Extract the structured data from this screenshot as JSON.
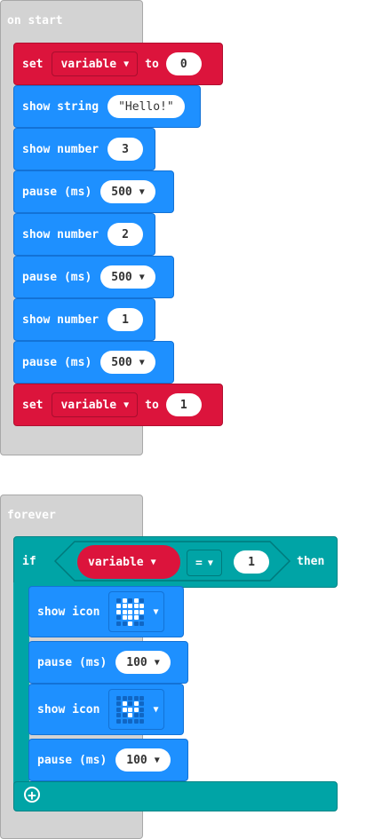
{
  "on_start": {
    "label": "on start",
    "blocks": [
      {
        "kind": "set",
        "kw": "set",
        "var": "variable",
        "to": "to",
        "value": "0"
      },
      {
        "kind": "show_string",
        "kw": "show string",
        "value": "\"Hello!\""
      },
      {
        "kind": "show_number",
        "kw": "show number",
        "value": "3"
      },
      {
        "kind": "pause",
        "kw": "pause (ms)",
        "value": "500"
      },
      {
        "kind": "show_number",
        "kw": "show number",
        "value": "2"
      },
      {
        "kind": "pause",
        "kw": "pause (ms)",
        "value": "500"
      },
      {
        "kind": "show_number",
        "kw": "show number",
        "value": "1"
      },
      {
        "kind": "pause",
        "kw": "pause (ms)",
        "value": "500"
      },
      {
        "kind": "set",
        "kw": "set",
        "var": "variable",
        "to": "to",
        "value": "1"
      }
    ]
  },
  "forever": {
    "label": "forever",
    "if_kw": "if",
    "then_kw": "then",
    "condition": {
      "var": "variable",
      "op": "=",
      "value": "1"
    },
    "inner": [
      {
        "kind": "show_icon",
        "kw": "show icon",
        "icon": "big-heart"
      },
      {
        "kind": "pause",
        "kw": "pause (ms)",
        "value": "100"
      },
      {
        "kind": "show_icon",
        "kw": "show icon",
        "icon": "small-heart"
      },
      {
        "kind": "pause",
        "kw": "pause (ms)",
        "value": "100"
      }
    ],
    "add_icon": "plus-icon"
  },
  "colors": {
    "hat": "#d3d3d3",
    "basic_blue": "#1e90ff",
    "variables_red": "#dc143c",
    "logic_teal": "#00a4a6"
  },
  "icons": {
    "big-heart": [
      [
        0,
        1,
        0,
        1,
        0
      ],
      [
        1,
        1,
        1,
        1,
        1
      ],
      [
        1,
        1,
        1,
        1,
        1
      ],
      [
        0,
        1,
        1,
        1,
        0
      ],
      [
        0,
        0,
        1,
        0,
        0
      ]
    ],
    "small-heart": [
      [
        0,
        0,
        0,
        0,
        0
      ],
      [
        0,
        1,
        0,
        1,
        0
      ],
      [
        0,
        1,
        1,
        1,
        0
      ],
      [
        0,
        0,
        1,
        0,
        0
      ],
      [
        0,
        0,
        0,
        0,
        0
      ]
    ]
  }
}
